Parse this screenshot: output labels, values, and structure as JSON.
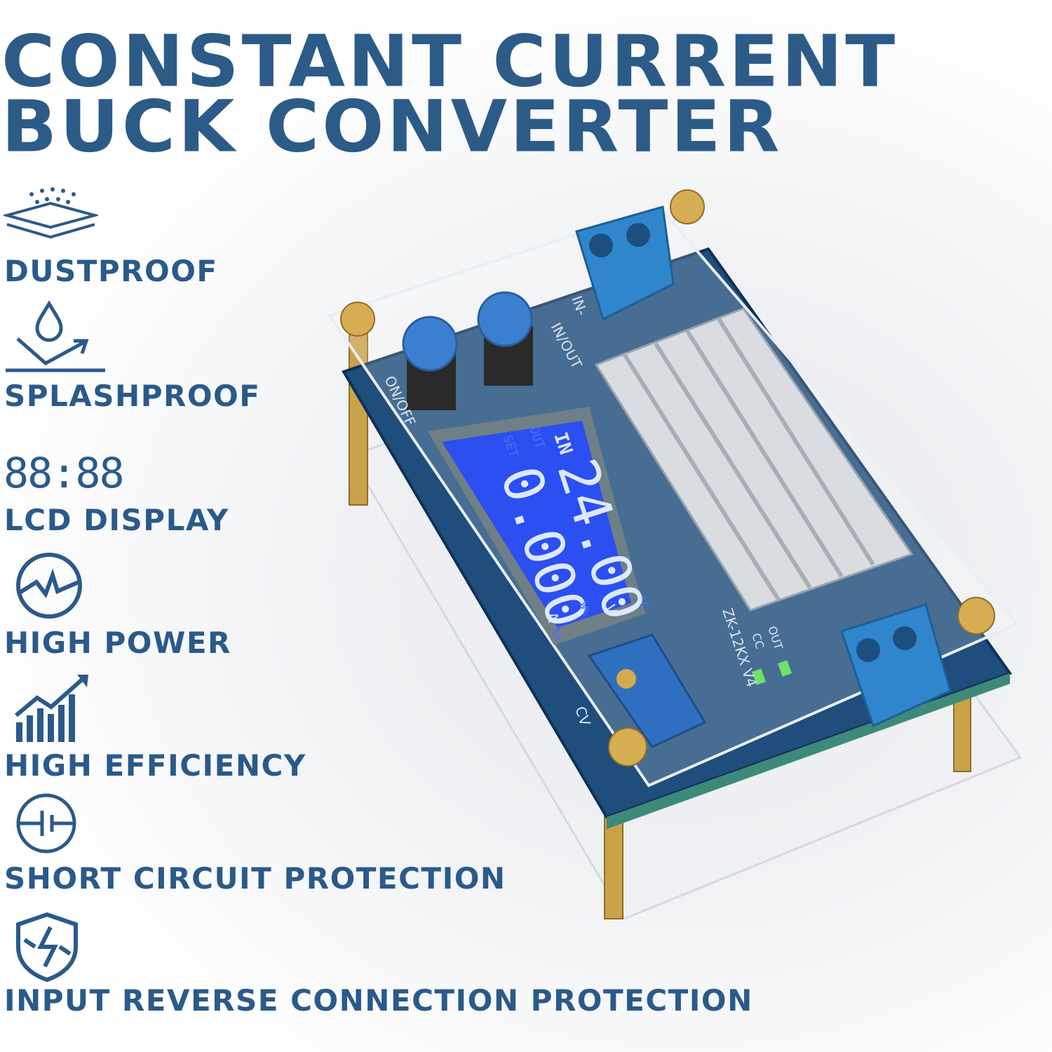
{
  "title": {
    "line1": "CONSTANT CURRENT",
    "line2": "BUCK CONVERTER"
  },
  "accent_color": "#2c5b88",
  "features": [
    {
      "label": "DUSTPROOF",
      "icon": "dustproof-layers-icon"
    },
    {
      "label": "SPLASHPROOF",
      "icon": "water-drop-icon"
    },
    {
      "label": "LCD DISPLAY",
      "icon": "lcd-digits-icon",
      "icon_text": "88:88"
    },
    {
      "label": "HIGH POWER",
      "icon": "power-pulse-icon"
    },
    {
      "label": "HIGH EFFICIENCY",
      "icon": "growth-chart-icon"
    },
    {
      "label": "SHORT CIRCUIT PROTECTION",
      "icon": "circuit-break-icon"
    },
    {
      "label": "INPUT REVERSE CONNECTION PROTECTION",
      "icon": "shield-lightning-icon"
    }
  ],
  "board": {
    "labels": {
      "in_minus": "IN-",
      "in_out": "IN/OUT",
      "on_off": "ON/OFF",
      "model": "ZK-12KX V4",
      "out": "OUT",
      "cc": "CC",
      "cv": "CV"
    },
    "lcd": {
      "in": "IN",
      "out": "OUT",
      "set": "SET",
      "voltage": "24.00",
      "voltage_unit": "V",
      "current": "0.000",
      "current_unit": "A",
      "temp_unit": "°C",
      "misc_unit": "W%",
      "ah_unit": "Ah"
    }
  }
}
